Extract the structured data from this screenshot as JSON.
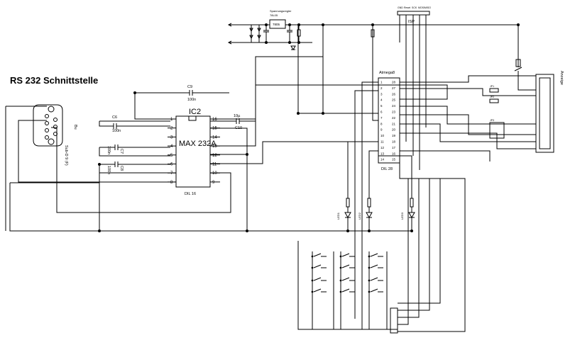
{
  "title": "RS 232 Schnittstelle",
  "connector": {
    "label": "Bu",
    "type": "Sub-D 9 (F)"
  },
  "ic2": {
    "ref": "IC2",
    "name": "MAX 232A",
    "package": "DIL 16",
    "left_pins": [
      "1",
      "2",
      "3",
      "4",
      "5",
      "6",
      "7",
      "8"
    ],
    "right_pins": [
      "16",
      "15",
      "14",
      "13",
      "12",
      "11",
      "10",
      "9"
    ]
  },
  "caps": {
    "c9": {
      "ref": "C9",
      "value": "100n"
    },
    "c6": {
      "ref": "C6",
      "value": "100n"
    },
    "c7": {
      "ref": "C7",
      "value": "100n"
    },
    "c8": {
      "ref": "C8",
      "value": "100n"
    },
    "c10": {
      "ref": "C10",
      "value": "10µ"
    }
  },
  "power": {
    "label": "Spannungsregler",
    "part": "78L05",
    "reg": "7805"
  },
  "isp": {
    "label": "ISP",
    "pins": [
      "GND",
      "Reset",
      "SCK",
      "MOSI",
      "MISO"
    ]
  },
  "mcu": {
    "name": "Atmega8",
    "package": "DIL 28",
    "left_pins": [
      "1",
      "2",
      "3",
      "4",
      "5",
      "6",
      "7",
      "8",
      "9",
      "10",
      "11",
      "12",
      "13",
      "14"
    ],
    "right_pins": [
      "28",
      "27",
      "26",
      "25",
      "24",
      "23",
      "22",
      "21",
      "20",
      "19",
      "18",
      "17",
      "16",
      "15"
    ]
  },
  "lcd": {
    "label": "Anzeige"
  },
  "leds": [
    "LED1",
    "LED2",
    "LED3"
  ],
  "jumpers": [
    "JP1",
    "JP2",
    "JP3"
  ]
}
